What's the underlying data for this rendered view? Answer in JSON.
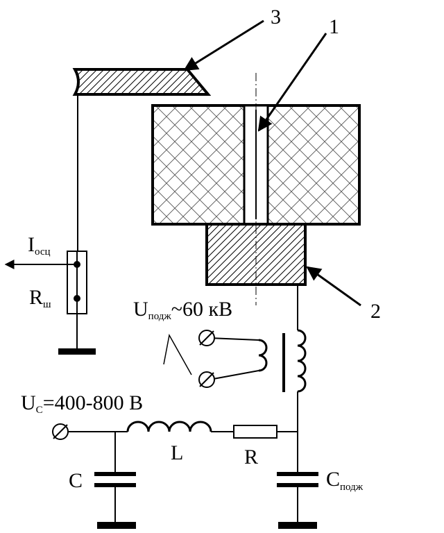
{
  "markers": {
    "m1": "1",
    "m2": "2",
    "m3": "3"
  },
  "labels": {
    "i_main": "I",
    "i_sub": "осц",
    "r_main": "R",
    "r_sub": "ш",
    "u_ign_main": "U",
    "u_ign_sub": "подж",
    "u_ign_value": "~60 кВ",
    "u_c_main": "U",
    "u_c_sub": "С",
    "u_c_value": "=400-800 В",
    "inductor": "L",
    "resistor": "R",
    "capacitor": "C",
    "c_ign_main": "C",
    "c_ign_sub": "подж"
  }
}
